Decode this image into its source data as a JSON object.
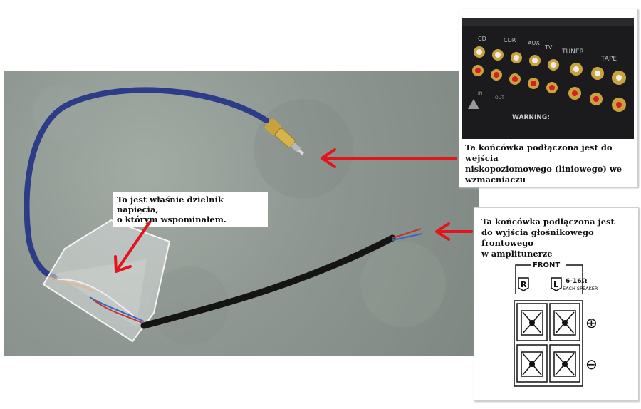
{
  "callouts": {
    "divider": {
      "line1": "To jest właśnie dzielnik napięcia,",
      "line2": "o którym wspominałem."
    },
    "amplifier_input": {
      "line1": "Ta końcówka podłączona jest do wejścia",
      "line2": "niskopoziomowego (liniowego) we",
      "line3": "wzmacniaczu"
    },
    "speaker_output": {
      "line1": "Ta końcówka podłączona jest",
      "line2": "do wyjścia głośnikowego frontowego",
      "line3": "w amplitunerze"
    }
  },
  "amp_panel_labels": {
    "cd": "CD",
    "cdr": "CDR",
    "aux": "AUX",
    "tv": "TV",
    "tuner": "TUNER",
    "tape": "TAPE",
    "warning": "WARNING:",
    "in_label": "IN",
    "out_label": "OUT"
  },
  "speaker_diagram": {
    "front": "FRONT",
    "right": "R",
    "left": "L",
    "impedance": "6-16Ω",
    "each_speaker": "EACH SPEAKER",
    "plus": "⊕",
    "minus": "⊖"
  },
  "colors": {
    "arrow": "#e3141b",
    "cable_blue": "#2c3c86",
    "cable_black": "#141414",
    "carpet": "#8f9792"
  }
}
